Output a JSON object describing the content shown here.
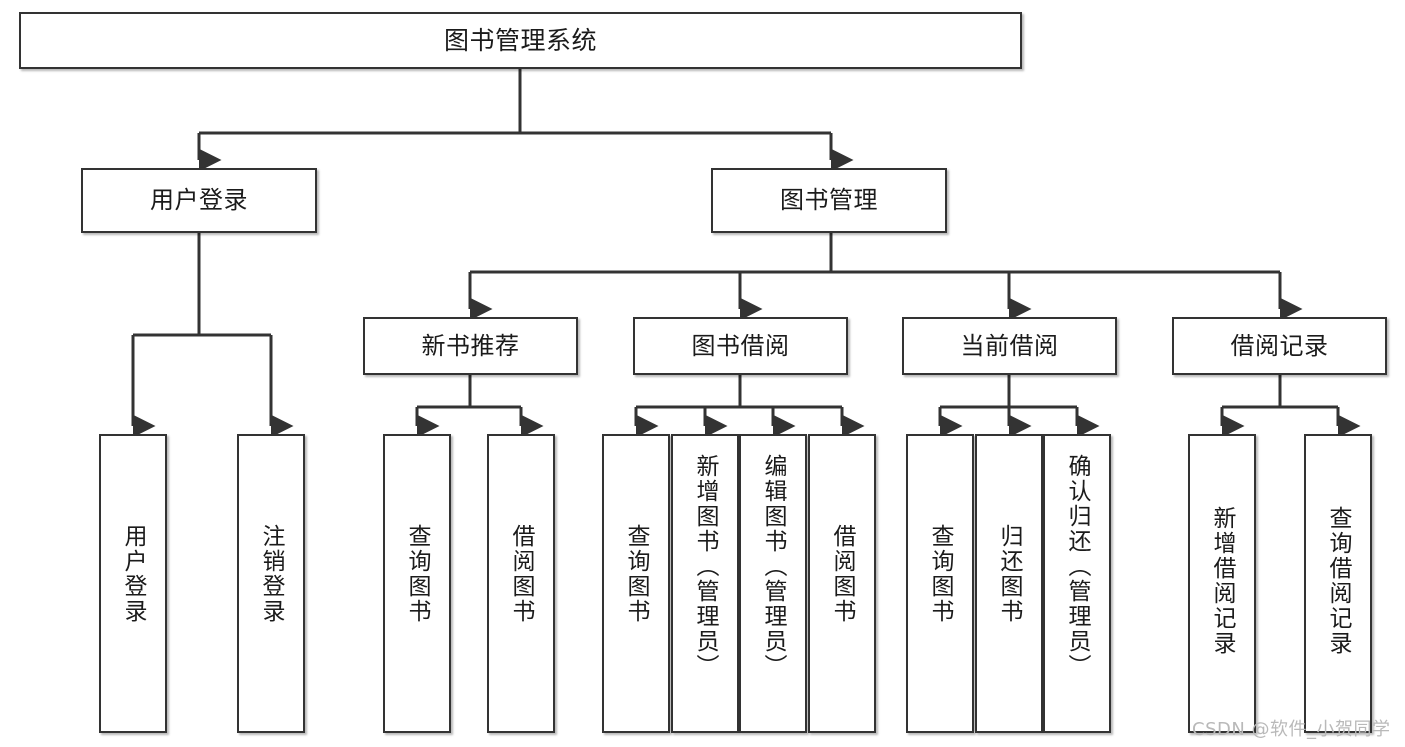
{
  "diagram": {
    "type": "tree",
    "title_node": {
      "id": "root",
      "label": "图书管理系统"
    },
    "level2": [
      {
        "id": "user-login",
        "label": "用户登录"
      },
      {
        "id": "book-manage",
        "label": "图书管理"
      }
    ],
    "level3": [
      {
        "id": "new-book-rec",
        "label": "新书推荐",
        "parent": "book-manage"
      },
      {
        "id": "book-borrow",
        "label": "图书借阅",
        "parent": "book-manage"
      },
      {
        "id": "current-borrow",
        "label": "当前借阅",
        "parent": "book-manage"
      },
      {
        "id": "borrow-record",
        "label": "借阅记录",
        "parent": "book-manage"
      }
    ],
    "leaves": {
      "user_login": [
        {
          "id": "leaf-user-login",
          "label": "用户登录"
        },
        {
          "id": "leaf-logout",
          "label": "注销登录"
        }
      ],
      "new_book_rec": [
        {
          "id": "leaf-query-book-1",
          "label": "查询图书"
        },
        {
          "id": "leaf-borrow-book-1",
          "label": "借阅图书"
        }
      ],
      "book_borrow": [
        {
          "id": "leaf-query-book-2",
          "label": "查询图书"
        },
        {
          "id": "leaf-add-book",
          "label": "新增图书（管理员）"
        },
        {
          "id": "leaf-edit-book",
          "label": "编辑图书（管理员）"
        },
        {
          "id": "leaf-borrow-book-2",
          "label": "借阅图书"
        }
      ],
      "current_borrow": [
        {
          "id": "leaf-query-book-3",
          "label": "查询图书"
        },
        {
          "id": "leaf-return-book",
          "label": "归还图书"
        },
        {
          "id": "leaf-confirm-return",
          "label": "确认归还（管理员）"
        }
      ],
      "borrow_record": [
        {
          "id": "leaf-add-record",
          "label": "新增借阅记录"
        },
        {
          "id": "leaf-query-record",
          "label": "查询借阅记录"
        }
      ]
    }
  },
  "watermark": {
    "text": "CSDN @软件_小贺同学"
  },
  "colors": {
    "box_border": "#333333",
    "box_fill": "#ffffff",
    "edge": "#333333",
    "text": "#1b1b1b",
    "watermark": "#b9b9b9",
    "page_background": "#ffffff"
  }
}
